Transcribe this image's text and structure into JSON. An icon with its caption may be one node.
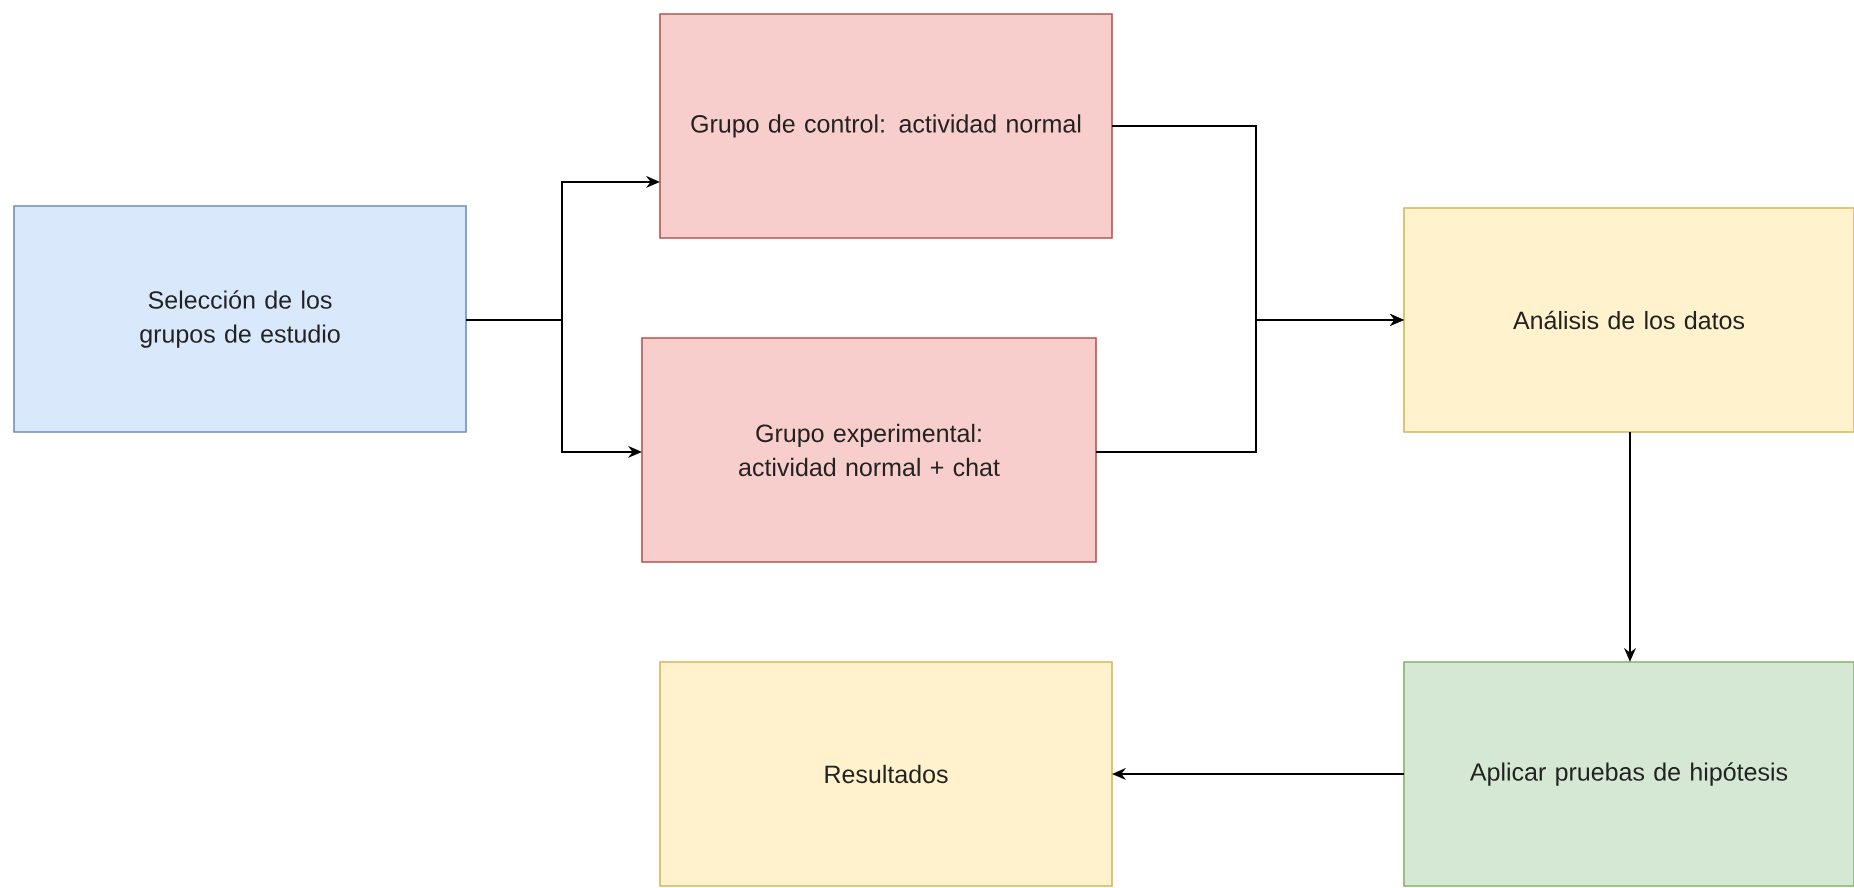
{
  "diagram": {
    "nodes": [
      {
        "text": [
          "Selección de los grupos de estudio"
        ]
      },
      {
        "text": [
          "Grupo de control: actividad normal"
        ]
      },
      {
        "text": [
          "Grupo experimental: actividad normal + chat"
        ]
      },
      {
        "text": [
          "Análisis de los datos"
        ]
      },
      {
        "text": [
          "Aplicar pruebas de hipótesis"
        ]
      },
      {
        "text": [
          "Resultados"
        ]
      }
    ],
    "edges": [
      {
        "from": 0,
        "to": 1,
        "arrow": "to"
      },
      {
        "from": 0,
        "to": 2,
        "arrow": "to"
      },
      {
        "from": 1,
        "to": 3,
        "arrow": "to"
      },
      {
        "from": 2,
        "to": 3,
        "arrow": "to"
      },
      {
        "from": 3,
        "to": 4,
        "arrow": "to"
      },
      {
        "from": 4,
        "to": 5,
        "arrow": "to"
      }
    ]
  }
}
